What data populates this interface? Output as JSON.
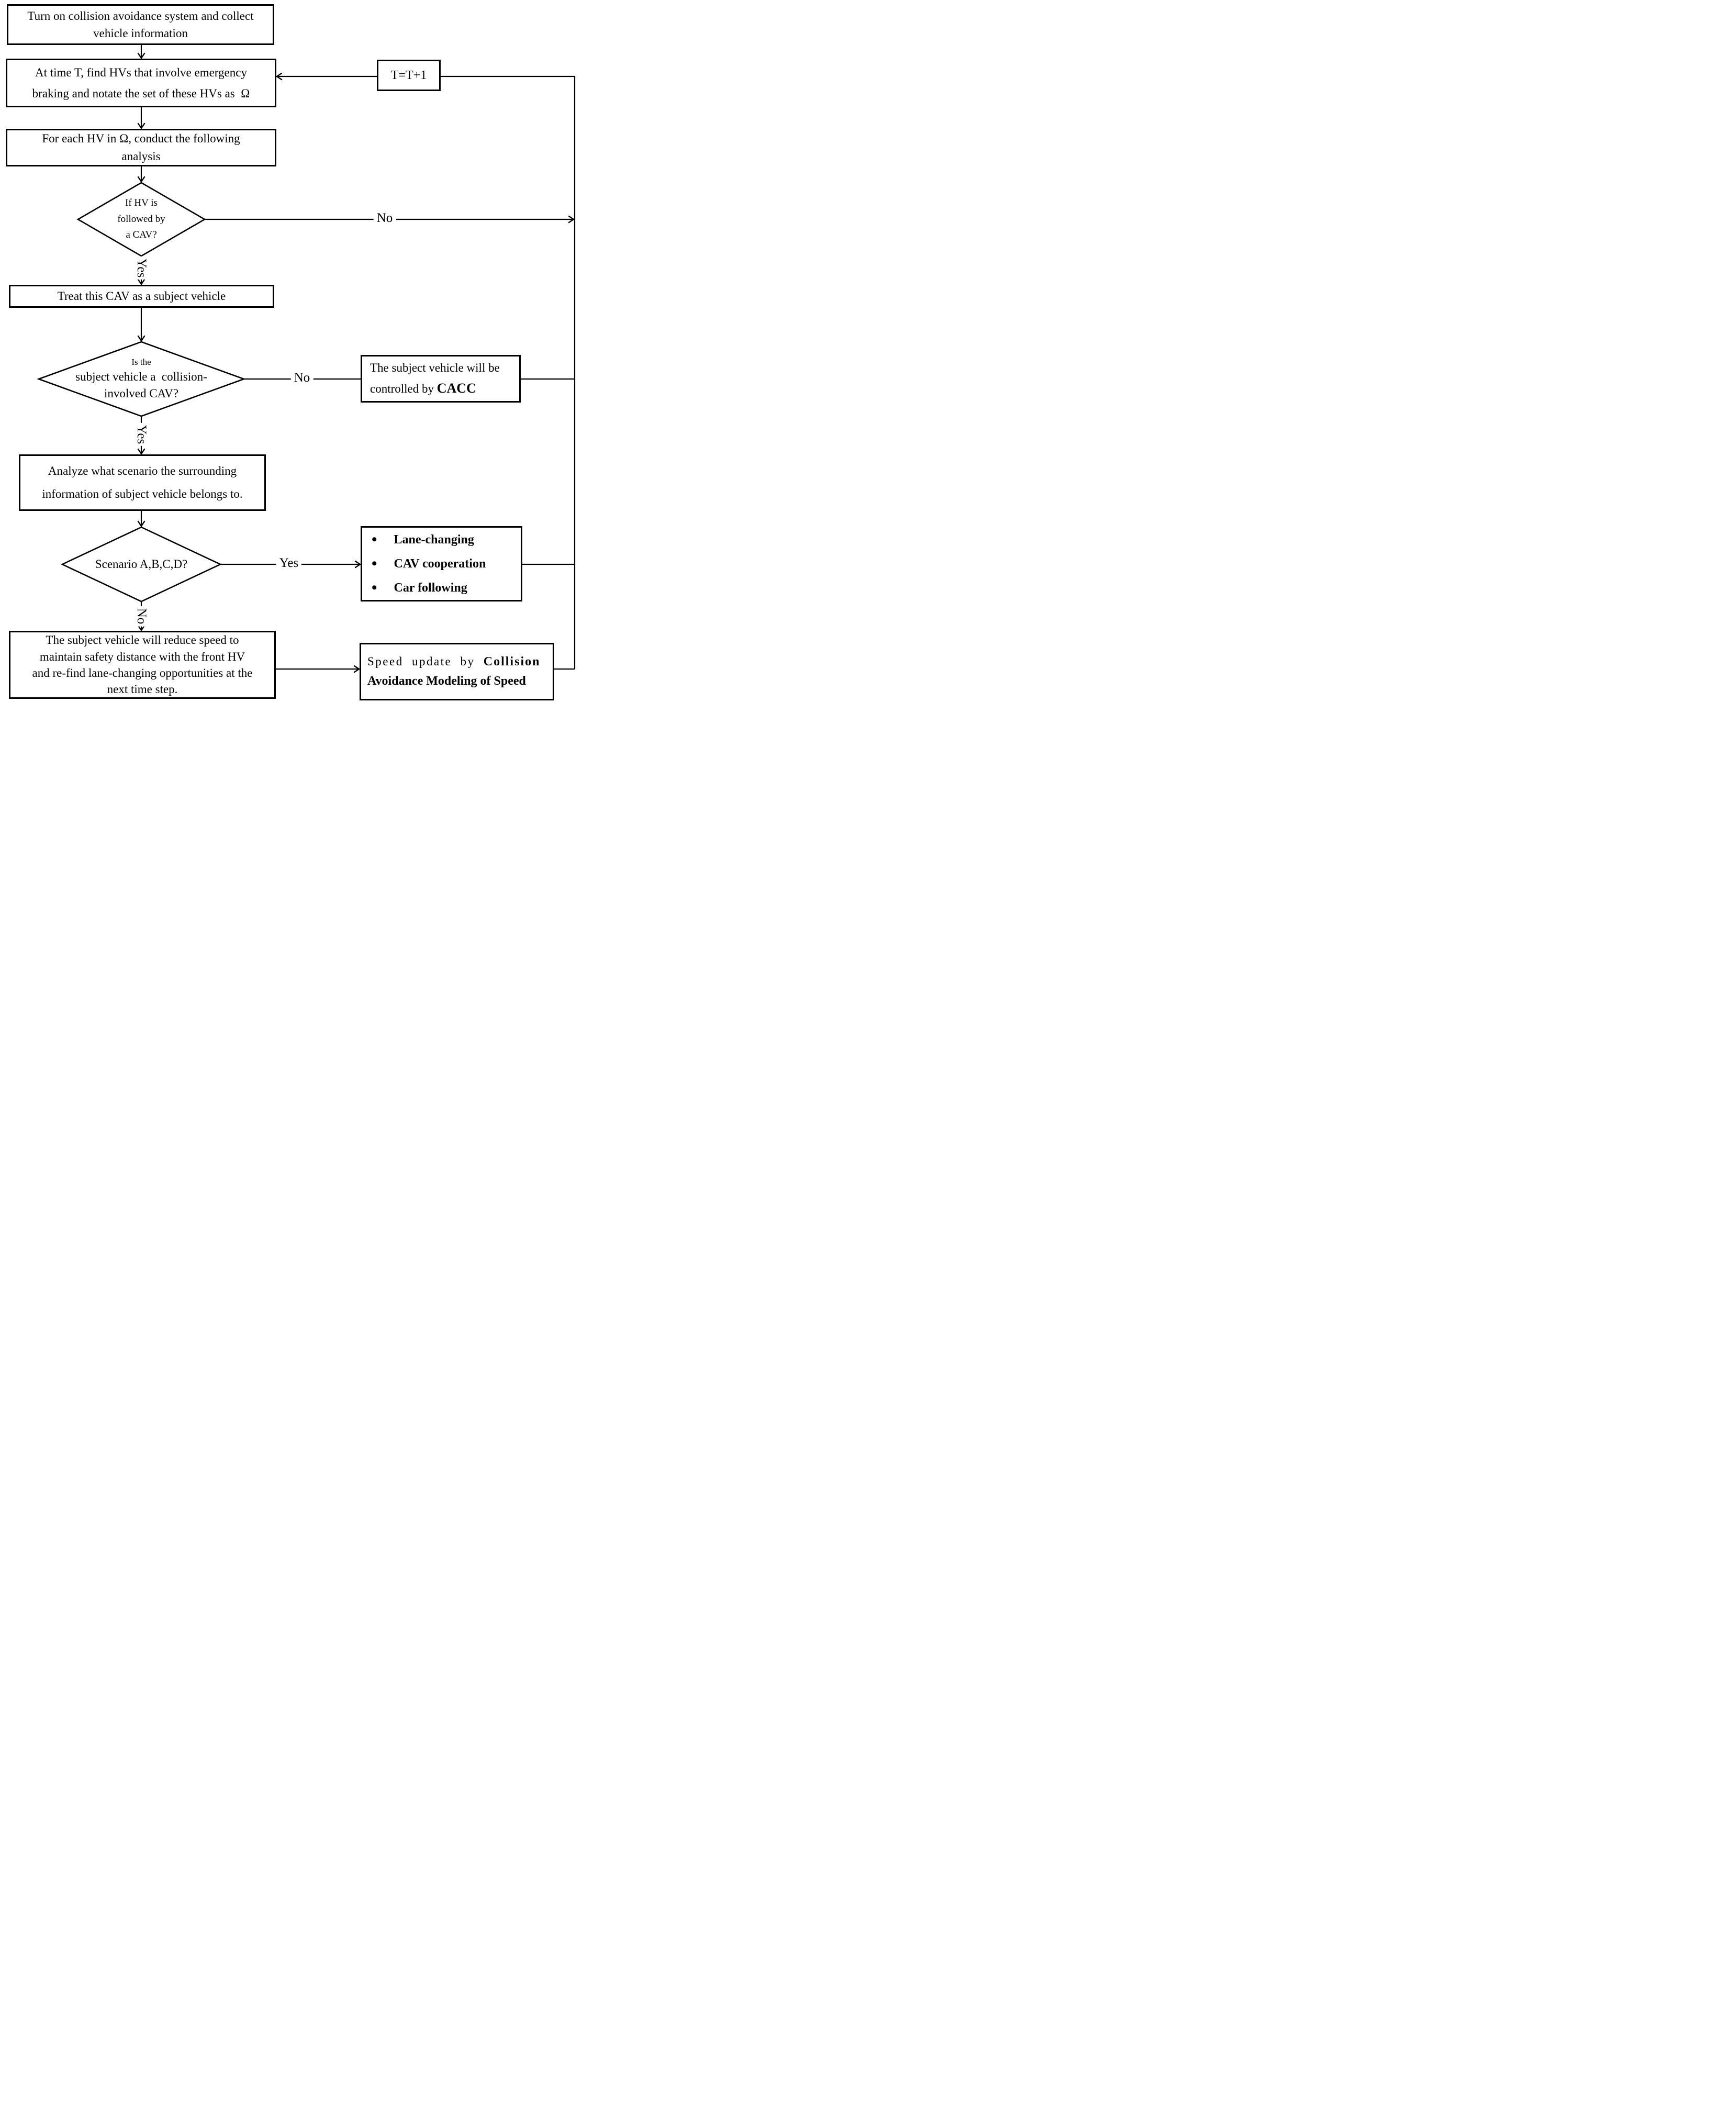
{
  "colors": {
    "line": "#000000",
    "background": "#ffffff",
    "text": "#000000"
  },
  "nodes": {
    "start": {
      "lines": [
        "Turn on collision avoidance system and collect",
        "vehicle information"
      ]
    },
    "find_hvs": {
      "lines": [
        "At time T, find HVs that involve emergency",
        "braking and notate the set of these HVs as  Ω"
      ]
    },
    "increment": {
      "label": "T=T+1"
    },
    "for_each": {
      "lines": [
        "For each HV in Ω, conduct the following",
        "analysis"
      ]
    },
    "dec_followed": {
      "lines": [
        "If HV is",
        "followed by",
        "a CAV?"
      ]
    },
    "treat": {
      "label": "Treat this CAV as a subject vehicle"
    },
    "dec_collision": {
      "lines": [
        "Is the",
        "subject vehicle a  collision-",
        "involved CAV?"
      ]
    },
    "cacc": {
      "line1": "The subject vehicle will be",
      "line2_prefix": "controlled by ",
      "line2_bold": "CACC"
    },
    "analyze": {
      "lines": [
        "Analyze what scenario the surrounding",
        "information of subject vehicle belongs to."
      ]
    },
    "dec_scenario": {
      "label": "Scenario A,B,C,D?"
    },
    "actions": {
      "bullet": "•",
      "items": [
        "Lane-changing",
        "CAV cooperation",
        "Car following"
      ]
    },
    "reduce": {
      "lines": [
        "The subject vehicle will reduce speed to",
        "maintain safety distance with the front HV",
        "and re-find lane-changing opportunities at the",
        "next time step."
      ]
    },
    "speed_update": {
      "prefix": "Speed update by ",
      "bold1": "Collision",
      "bold2": "Avoidance Modeling of Speed"
    }
  },
  "edge_labels": {
    "no1": "No",
    "yes1": "Yes",
    "no2": "No",
    "yes2": "Yes",
    "yes3": "Yes",
    "no3": "No"
  }
}
